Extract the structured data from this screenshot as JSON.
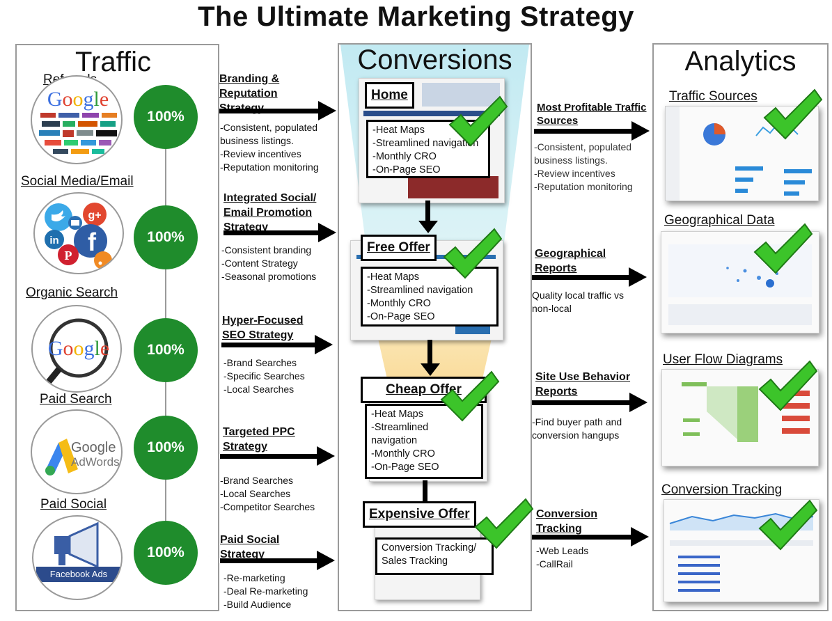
{
  "title": "The Ultimate Marketing Strategy",
  "traffic": {
    "heading": "Traffic",
    "sources": [
      {
        "label": "Referrals",
        "percent": "100%",
        "logo": "Google"
      },
      {
        "label": "Social Media/Email",
        "percent": "100%",
        "logo": "social-icons"
      },
      {
        "label": "Organic Search",
        "percent": "100%",
        "logo": "Google"
      },
      {
        "label": "Paid Search",
        "percent": "100%",
        "logo_line1": "Google",
        "logo_line2": "AdWords"
      },
      {
        "label": "Paid Social",
        "percent": "100%",
        "logo_text": "Facebook Ads"
      }
    ]
  },
  "strategies": [
    {
      "title": [
        "Branding &",
        "Reputation",
        "Strategy"
      ],
      "items": [
        "-Consistent, populated",
        "business listings.",
        "-Review incentives",
        "-Reputation monitoring"
      ]
    },
    {
      "title": [
        "Integrated Social/",
        "Email Promotion",
        "Strategy"
      ],
      "items": [
        "-Consistent branding",
        "-Content Strategy",
        "-Seasonal promotions"
      ]
    },
    {
      "title": [
        "Hyper-Focused",
        "SEO Strategy"
      ],
      "items": [
        "-Brand Searches",
        "-Specific Searches",
        "-Local Searches"
      ]
    },
    {
      "title": [
        "Targeted PPC",
        "Strategy"
      ],
      "items": [
        "-Brand Searches",
        "-Local Searches",
        "-Competitor Searches"
      ]
    },
    {
      "title": [
        "Paid Social",
        "Strategy"
      ],
      "items": [
        "-Re-marketing",
        "-Deal Re-marketing",
        "-Build Audience"
      ]
    }
  ],
  "conversions": {
    "heading": "Conversions",
    "steps": [
      {
        "title": "Home",
        "items": [
          "-Heat Maps",
          "-Streamlined navigation",
          "-Monthly CRO",
          "-On-Page SEO"
        ]
      },
      {
        "title": "Free Offer",
        "items": [
          "-Heat Maps",
          "-Streamlined navigation",
          "-Monthly CRO",
          "-On-Page SEO"
        ]
      },
      {
        "title": "Cheap Offer",
        "items": [
          "-Heat Maps",
          "-Streamlined",
          "navigation",
          "-Monthly CRO",
          "-On-Page SEO"
        ]
      },
      {
        "title": "Expensive Offer",
        "items": [
          "Conversion Tracking/",
          "Sales Tracking"
        ]
      }
    ]
  },
  "reports": [
    {
      "title": [
        "Most Profitable Traffic",
        "Sources"
      ],
      "items": [
        "-Consistent, populated",
        "business listings.",
        "-Review incentives",
        "-Reputation monitoring"
      ]
    },
    {
      "title": [
        "Geographical",
        "Reports"
      ],
      "items": [
        "Quality local traffic vs",
        "non-local"
      ]
    },
    {
      "title": [
        "Site Use Behavior",
        "Reports"
      ],
      "items": [
        "-Find buyer path and",
        "conversion hangups"
      ]
    },
    {
      "title": [
        "Conversion",
        "Tracking"
      ],
      "items": [
        "-Web Leads",
        "-CallRail"
      ]
    }
  ],
  "analytics": {
    "heading": "Analytics",
    "items": [
      {
        "label": "Traffic Sources"
      },
      {
        "label": "Geographical Data"
      },
      {
        "label": "User Flow Diagrams"
      },
      {
        "label": "Conversion Tracking"
      }
    ]
  },
  "colors": {
    "percent_circle": "#1f8c2c",
    "check": "#3cc42a",
    "funnel_top": "#bfe9f2",
    "funnel_bottom": "#f7c35a"
  }
}
